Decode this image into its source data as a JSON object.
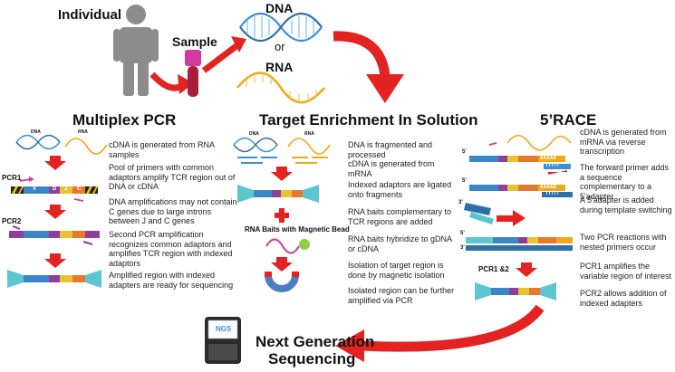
{
  "top": {
    "individual": "Individual",
    "sample": "Sample",
    "dna": "DNA",
    "or": "or",
    "rna": "RNA"
  },
  "multiplex": {
    "title": "Multiplex PCR",
    "dna_tag": "DNA",
    "rna_tag": "RNA",
    "pcr1": "PCR1",
    "pcr2": "PCR2",
    "segment_labels": [
      "V",
      "D",
      "J",
      "C"
    ],
    "steps": [
      "cDNA is generated from RNA samples",
      "Pool of primers with common adaptors amplify TCR region out of DNA or cDNA",
      "DNA amplifications may not contain C genes due to large introns between J and C genes",
      "Second PCR amplification recognizes common adaptors and amplifies TCR region with indexed adaptors",
      "Amplified region with indexed adapters are ready for sequencing"
    ]
  },
  "enrichment": {
    "title": "Target Enrichment In Solution",
    "dna_tag": "DNA",
    "rna_tag": "RNA",
    "bead_label": "RNA Baits with Magnetic Bead",
    "steps": [
      "DNA is fragmented and processed",
      "cDNA is generated from mRNA",
      "Indexed adaptors are ligated onto fragments",
      "RNA baits complementary to TCR regions are added",
      "RNA baits hybridize to gDNA or cDNA",
      "Isolation of target region is done by magnetic isolation",
      "Isolated region can be further amplified via PCR"
    ]
  },
  "race": {
    "title": "5’RACE",
    "label_5": "5'",
    "label_3": "3'",
    "pcr12": "PCR1 &2",
    "polya": "AAAAA",
    "polyt": "TTTTT",
    "steps": [
      "cDNA is generated from mRNA via reverse transcription",
      "The forward primer adds a sequence complementary to a 5'adapter",
      "A 5'adapter is added during template switching",
      "Two PCR reactions with nested primers occur",
      "PCR1 amplifies the variable region of interest",
      "PCR2 allows addition of indexed adapters"
    ]
  },
  "ngs": {
    "screen": "NGS",
    "title_line1": "Next Generation",
    "title_line2": "Sequencing"
  },
  "colors": {
    "arrow": "#e32222",
    "v": "#3b86c7",
    "d": "#8e3f98",
    "j": "#e9c232",
    "c": "#e8782b",
    "adapter": "#5bc6d0",
    "dna_helix": "#3a8fd6",
    "rna_helix": "#f0a81b",
    "sample_tube": "#a81f3e",
    "sample_cap": "#d23a9c",
    "person": "#8c8c8c"
  }
}
